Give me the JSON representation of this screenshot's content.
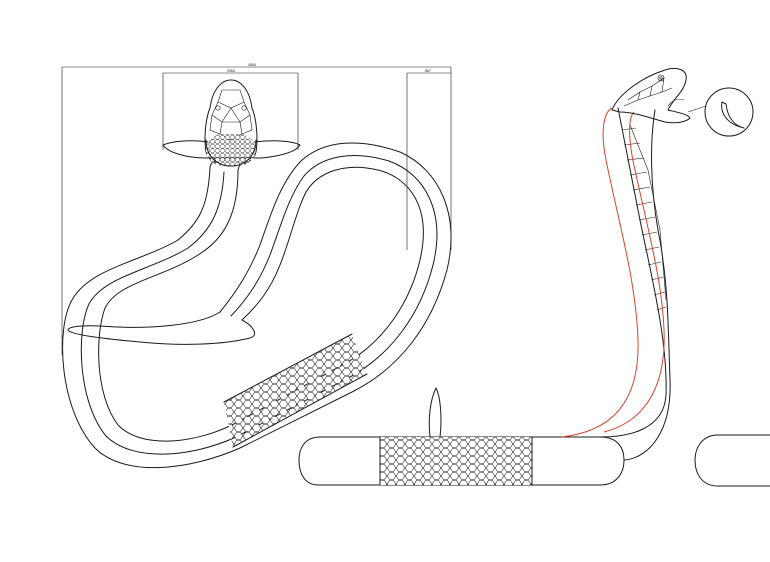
{
  "drawing": {
    "line_color": "#1a1a1a",
    "guide_color": "#d8442c",
    "background": "#ffffff",
    "dimensions": {
      "overall_width": "4954",
      "head_width": "2964",
      "side_offset": "867"
    }
  }
}
